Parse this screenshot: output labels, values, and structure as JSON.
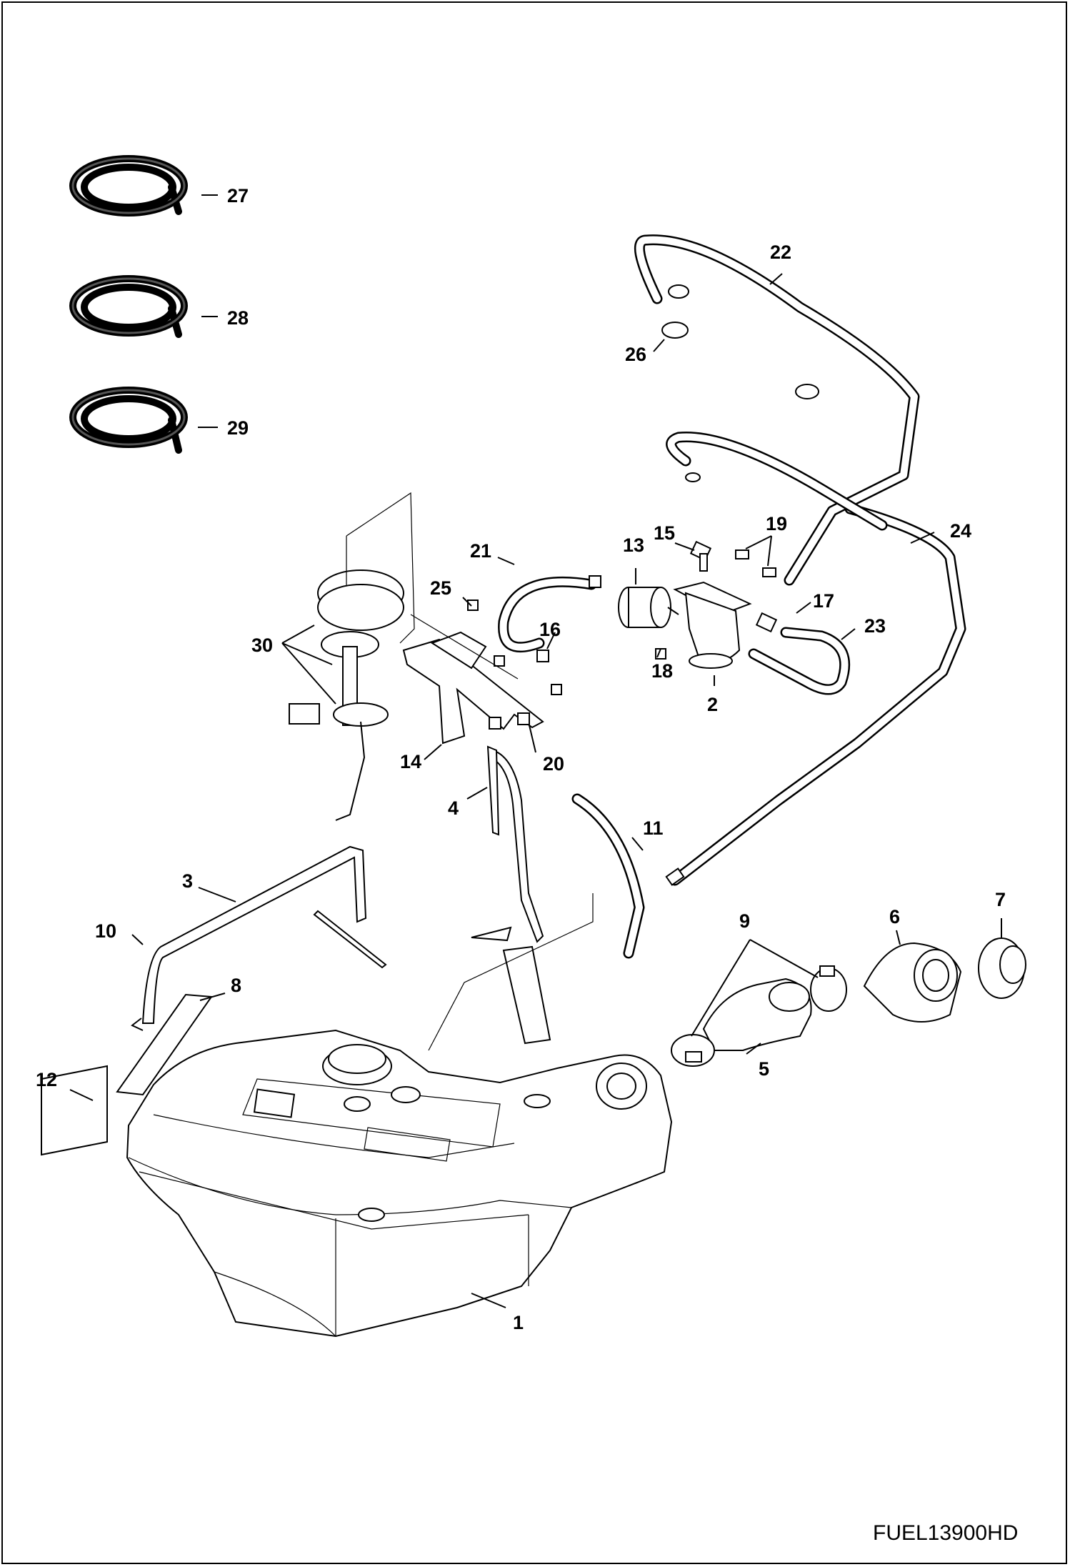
{
  "figure_code": "FUEL13900HD",
  "callouts": [
    "1",
    "2",
    "3",
    "4",
    "5",
    "6",
    "7",
    "8",
    "9",
    "10",
    "11",
    "12",
    "13",
    "14",
    "15",
    "16",
    "17",
    "18",
    "19",
    "20",
    "21",
    "22",
    "23",
    "24",
    "25",
    "26",
    "27",
    "28",
    "29",
    "30"
  ]
}
